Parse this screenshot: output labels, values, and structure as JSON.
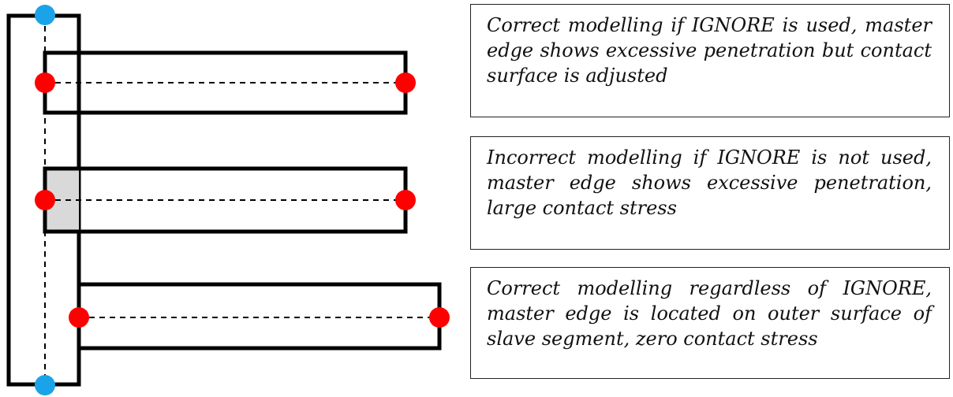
{
  "notes": [
    {
      "id": "note-1",
      "text": "Correct modelling if IGNORE is used, mas­ter edge shows excessive penetration but con­tact surface is adjusted"
    },
    {
      "id": "note-2",
      "text": "Incorrect modelling if IGNORE is not used, master edge shows excessive penetration, large contact stress"
    },
    {
      "id": "note-3",
      "text": "Correct modelling regardless of IGNORE, master edge is located on outer surface of slave segment, zero contact stress"
    }
  ],
  "colors": {
    "outline": "#000000",
    "dashed": "#000000",
    "master_node": "#ff0000",
    "slave_node": "#1aa3e8",
    "overlap_fill": "#d9d9d9"
  }
}
